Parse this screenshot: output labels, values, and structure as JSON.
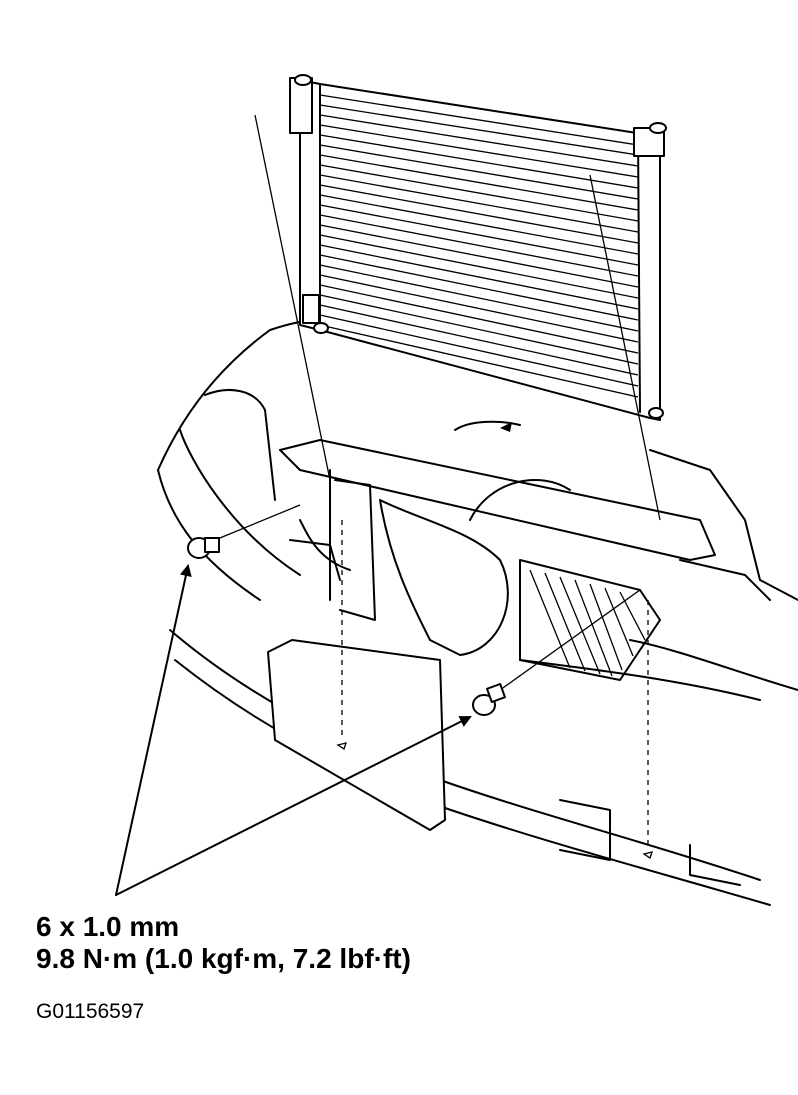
{
  "fastener": {
    "size": "6 x 1.0 mm",
    "torque": "9.8 N·m (1.0 kgf·m, 7.2 lbf·ft)"
  },
  "figure_code": "G01156597",
  "components": [
    "condenser",
    "radiator-support",
    "front-bumper-area",
    "mounting-bolt-left",
    "mounting-bolt-right"
  ],
  "colors": {
    "ink": "#000000",
    "paper": "#ffffff"
  }
}
